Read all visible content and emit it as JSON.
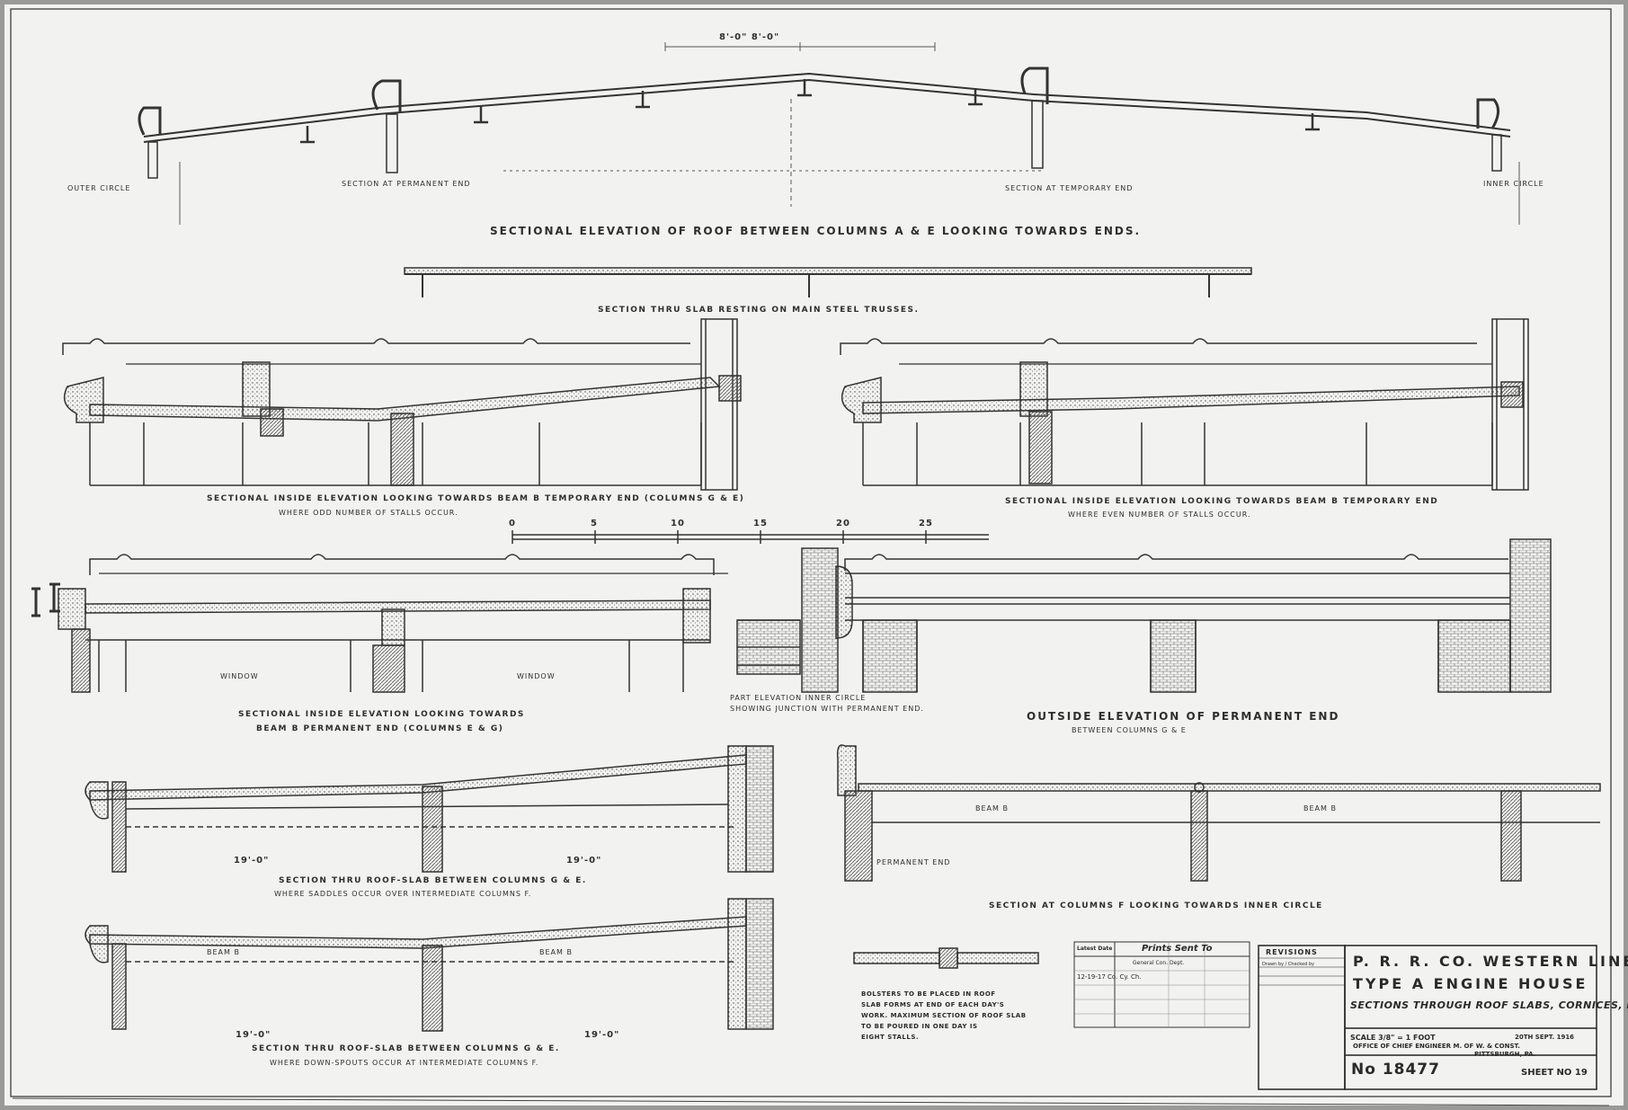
{
  "drawing": {
    "roof_elevation_title": "Sectional Elevation of Roof between Columns A & E Looking towards Ends.",
    "section_slab_title": "Section thru Slab resting on Main Steel Trusses.",
    "top_labels": {
      "outer_circle": "Outer Circle",
      "section_permanent_end": "Section at Permanent End",
      "section_temporary_end": "Section at Temporary End",
      "inner_circle": "Inner Circle",
      "top_dimension": "8'-0\"      8'-0\""
    },
    "temp_end_odd_title": "Sectional Inside Elevation Looking towards Beam B Temporary End (Columns G & E)",
    "temp_end_odd_sub": "Where odd number of stalls occur.",
    "temp_end_even_title": "Sectional Inside Elevation Looking towards Beam B Temporary End",
    "temp_end_even_sub": "Where even number of stalls occur.",
    "scale_ticks": [
      "0",
      "5",
      "10",
      "15",
      "20",
      "25"
    ],
    "perm_end_inside_title": "Sectional Inside Elevation Looking towards",
    "perm_end_inside_sub": "Beam B Permanent End (Columns E & G)",
    "part_elevation_label": "Part Elevation Inner Circle",
    "part_elevation_sub": "Showing junction with Permanent End.",
    "window_label": "Window",
    "outside_elevation_title": "Outside Elevation of Permanent End",
    "outside_elevation_sub": "between Columns G & E",
    "section_saddles_title": "Section thru Roof-Slab between Columns G & E.",
    "section_saddles_sub": "Where saddles occur over intermediate Columns F.",
    "section_column_f_title": "Section at Columns F Looking towards Inner Circle",
    "section_downspouts_title": "Section thru Roof-Slab between Columns G & E.",
    "section_downspouts_sub": "Where down-spouts occur at intermediate Columns F.",
    "permanent_end_label": "Permanent End",
    "beam_label": "Beam B",
    "dim_19": "19'-0\"",
    "slab_note": [
      "Bolsters to be placed in roof",
      "slab forms at end of each day's",
      "work. Maximum section of roof slab",
      "to be poured in one day is",
      "eight stalls."
    ]
  },
  "prints_sent": {
    "header": "Prints Sent To",
    "col_latest_date": "Latest Date",
    "rows": [
      "12-19-17  Co. Cy. Ch.",
      "General Con. Dept."
    ]
  },
  "revisions": {
    "header": "Revisions",
    "note": "Drawn by / Checked by"
  },
  "title_block": {
    "company": "P. R. R. Co. Western Lines",
    "building": "Type A Engine House",
    "subject": "Sections through Roof Slabs, Cornices, etc.",
    "scale": "Scale 3/8\" = 1 Foot",
    "date": "20th Sept. 1916",
    "office": "Office of Chief Engineer M. of W. & Const.",
    "location": "Pittsburgh, Pa.",
    "drawing_number": "No 18477",
    "sheet": "Sheet No 19"
  }
}
